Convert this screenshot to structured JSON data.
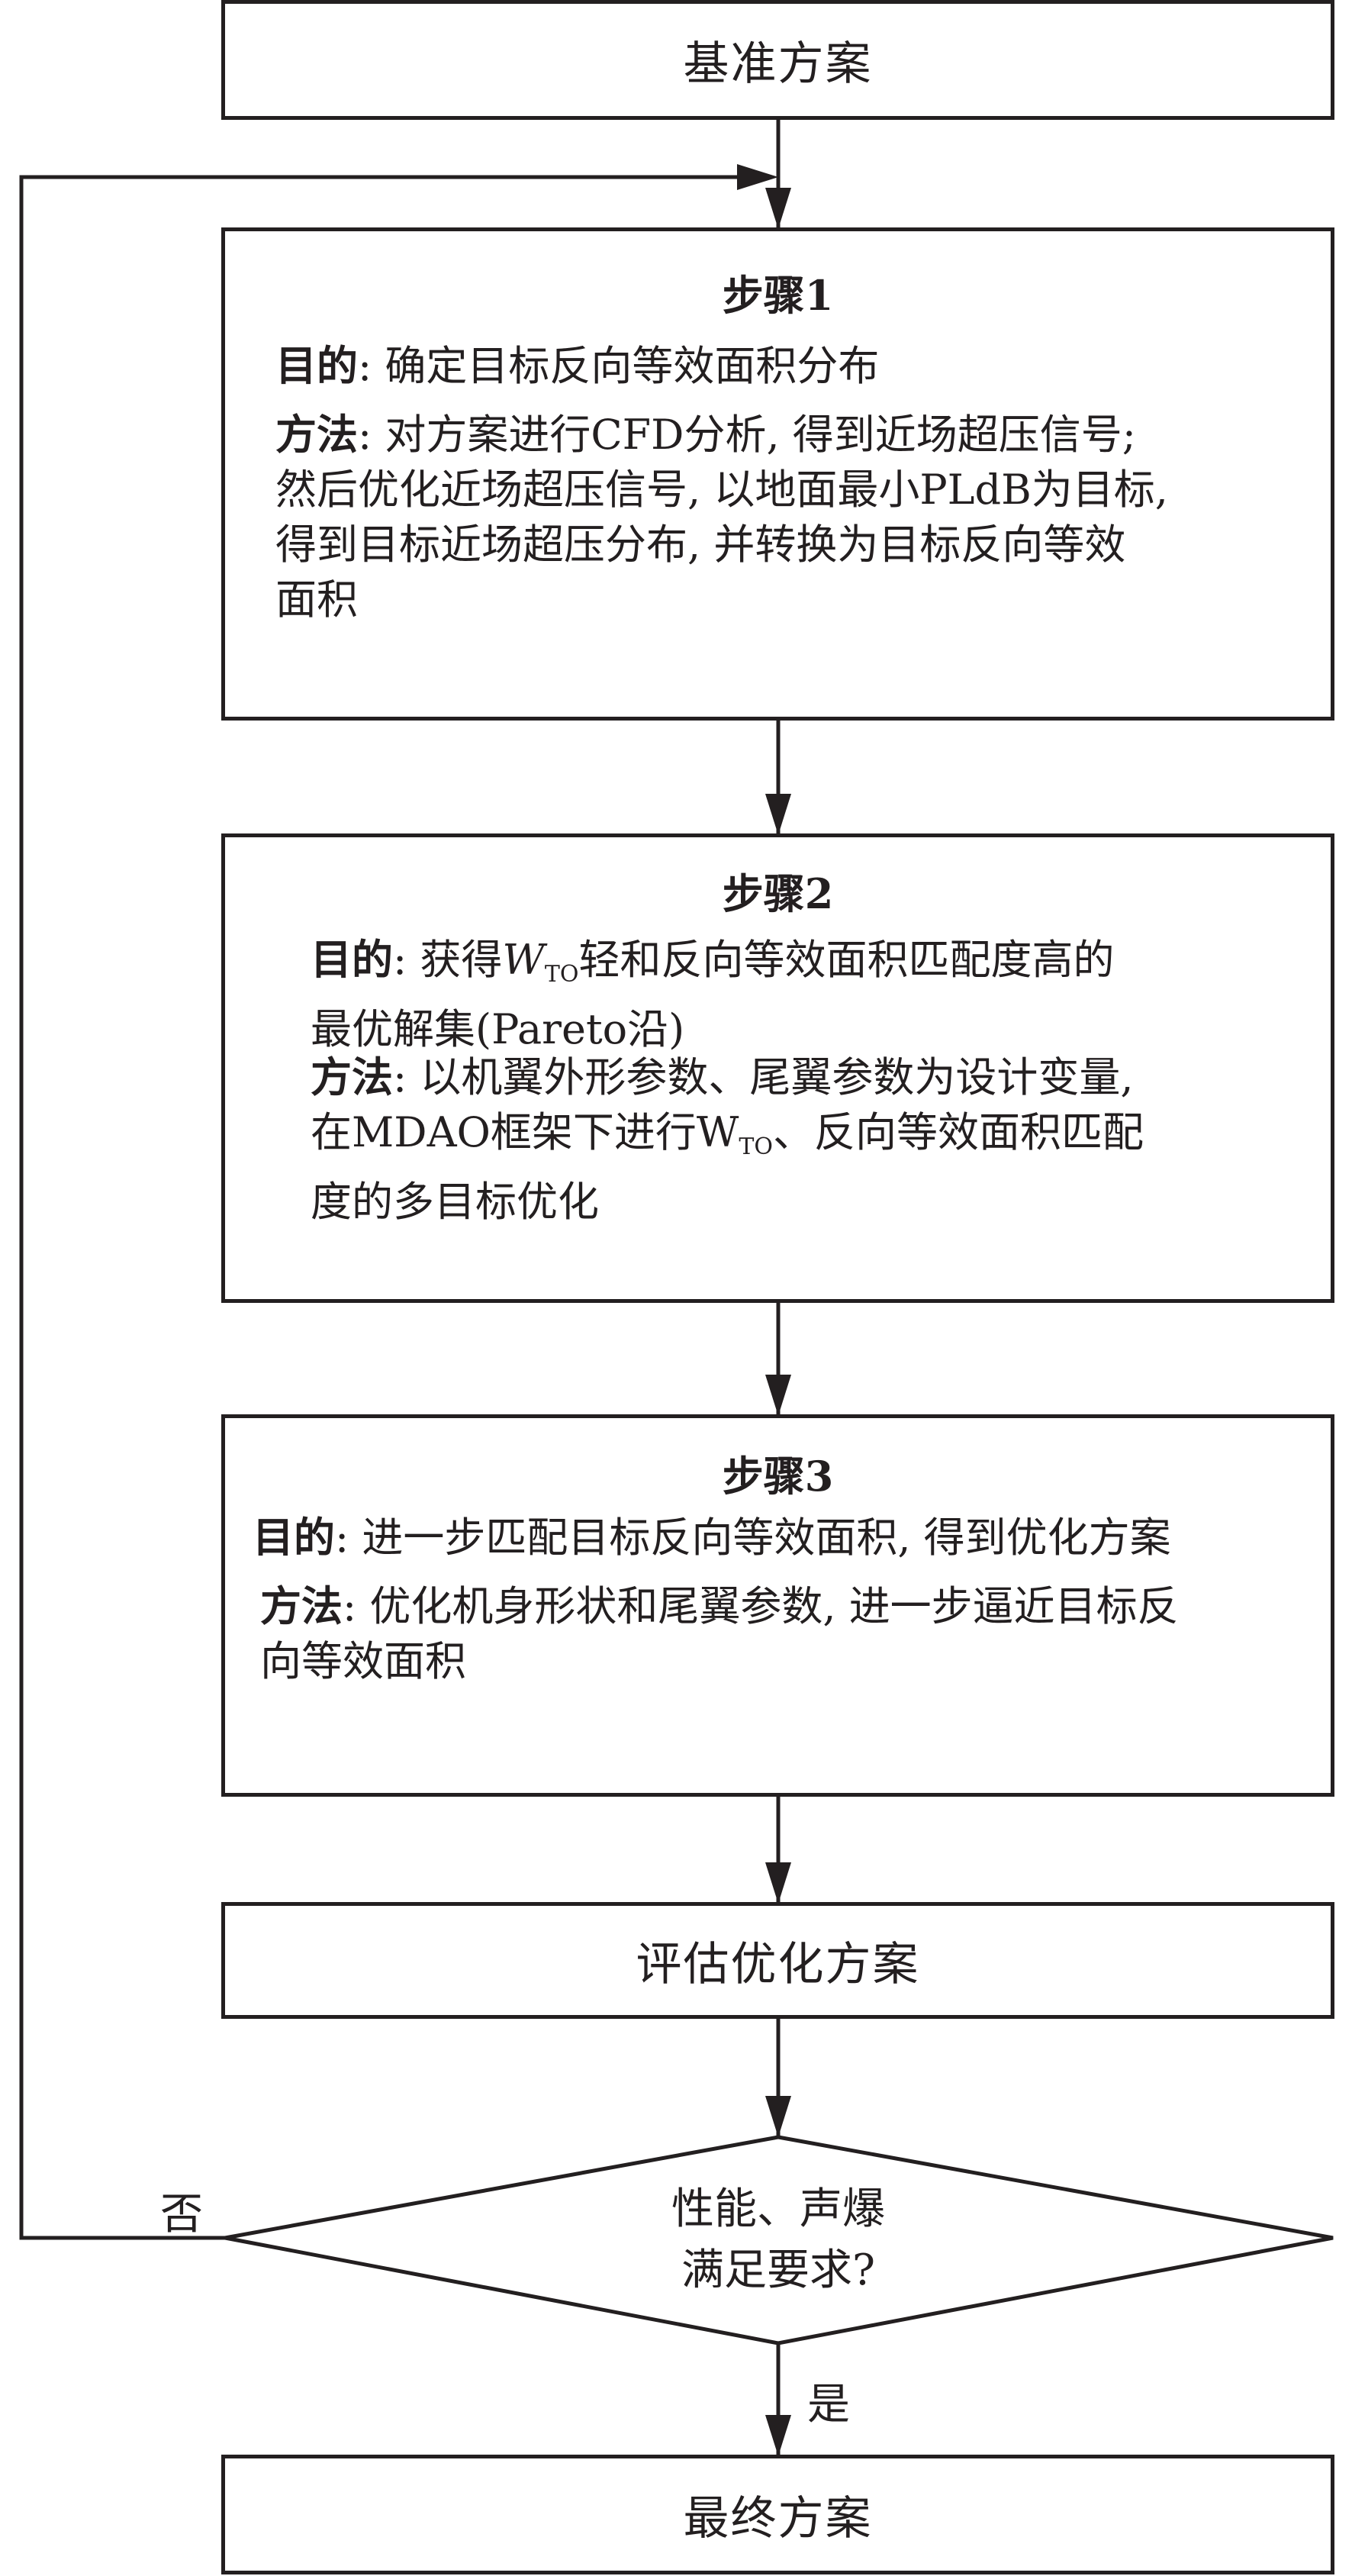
{
  "start": {
    "label": "基准方案"
  },
  "step1": {
    "title": "步骤1",
    "goal_key": "目的",
    "goal": ": 确定目标反向等效面积分布",
    "method_key": "方法",
    "method_line1": ": 对方案进行CFD分析, 得到近场超压信号;",
    "method_line2": "然后优化近场超压信号, 以地面最小PLdB为目标,",
    "method_line3": "得到目标近场超压分布, 并转换为目标反向等效",
    "method_line4": "面积"
  },
  "step2": {
    "title": "步骤2",
    "goal_key": "目的",
    "goal_a": ": 获得",
    "goal_w": "W",
    "goal_sub": "TO",
    "goal_b": "轻和反向等效面积匹配度高的",
    "goal_line2": "最优解集(Pareto沿)",
    "method_key": "方法",
    "method_line1": ": 以机翼外形参数、尾翼参数为设计变量,",
    "method_line2a": "在MDAO框架下进行W",
    "method_sub": "TO",
    "method_line2b": "、反向等效面积匹配",
    "method_line3": "度的多目标优化"
  },
  "step3": {
    "title": "步骤3",
    "goal_key": "目的",
    "goal": ": 进一步匹配目标反向等效面积, 得到优化方案",
    "method_key": "方法",
    "method_line1": ": 优化机身形状和尾翼参数, 进一步逼近目标反",
    "method_line2": "向等效面积"
  },
  "evaluate": {
    "label": "评估优化方案"
  },
  "decision": {
    "line1": "性能、声爆",
    "line2": "满足要求?"
  },
  "no_label": "否",
  "yes_label": "是",
  "end": {
    "label": "最终方案"
  }
}
